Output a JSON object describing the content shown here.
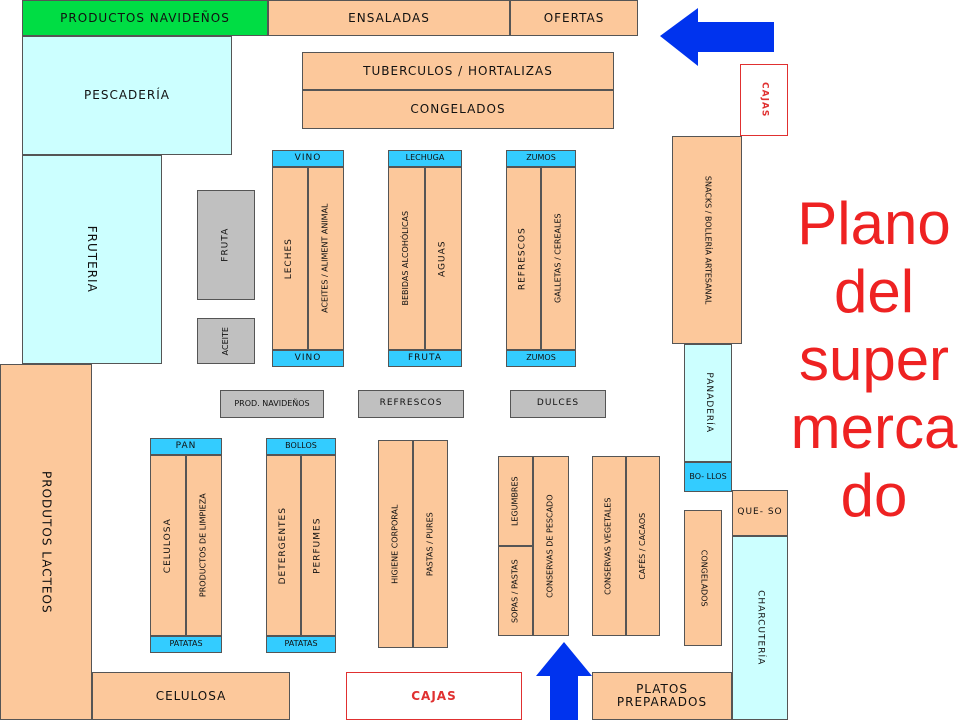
{
  "title": "Plano del supermercado",
  "title_lines": [
    "Plano",
    "del",
    "super",
    "merca",
    "do"
  ],
  "colors": {
    "aisle": "#fcc89b",
    "perimeter": "#ccffff",
    "highlight": "#00dd44",
    "header": "#33ccff",
    "gray": "#c0c0c0",
    "title": "#ee2222",
    "arrow": "#0033ee"
  },
  "sections": {
    "productos_navidenos": "PRODUCTOS NAVIDEÑOS",
    "ensaladas": "ENSALADAS",
    "ofertas": "OFERTAS",
    "pescaderia": "PESCADERÍA",
    "fruteria": "FRUTERIA",
    "tuberculos": "TUBERCULOS / HORTALIZAS",
    "congelados_top": "CONGELADOS",
    "productos_lacteos": "PRODUTOS LACTEOS",
    "celulosa_bottom": "CELULOSA",
    "cajas_bottom": "CAJAS",
    "cajas_right": "CAJAS",
    "platos_preparados": "PLATOS PREPARADOS",
    "snacks": "SNACKS / BOLLERÍA ARTESANAL",
    "panaderia": "PANADERÍA",
    "bollos_right": "BO- LLOS",
    "queso": "QUE- SO",
    "charcuteria": "CHARCUTERÍA",
    "congelados_right": "CONGELADOS"
  },
  "islands": {
    "fruta": "FRUTA",
    "aceite": "ACEITE",
    "prod_navidenos": "PROD. NAVIDEÑOS",
    "refrescos": "REFRESCOS",
    "dulces": "DULCES"
  },
  "aisles": {
    "a1": {
      "top": "VINO",
      "left": "LECHES",
      "right": "ACEITES / ALIMENT ANIMAL",
      "bottom": "VINO"
    },
    "a2": {
      "top": "LECHUGA",
      "left": "BEBIDAS ALCOHÓLICAS",
      "right": "AGUAS",
      "bottom": "FRUTA"
    },
    "a3": {
      "top": "ZUMOS",
      "left": "REFRESCOS",
      "right": "GALLETAS / CEREALES",
      "bottom": "ZUMOS"
    },
    "a4": {
      "top": "PAN",
      "left": "CELULOSA",
      "right": "PRODUCTOS DE LIMPIEZA",
      "bottom": "PATATAS"
    },
    "a5": {
      "top": "BOLLOS",
      "left": "DETERGENTES",
      "right": "PERFUMES",
      "bottom": "PATATAS"
    },
    "a6": {
      "left": "HIGIENE CORPORAL",
      "right": "PASTAS / PURES"
    },
    "a7": {
      "left_top": "LEGUMBRES",
      "left_bottom": "SOPAS / PASTAS",
      "right": "CONSERVAS DE PESCADO"
    },
    "a8": {
      "left": "CONSERVAS VEGETALES",
      "right": "CAFÉS / CACAOS"
    }
  }
}
